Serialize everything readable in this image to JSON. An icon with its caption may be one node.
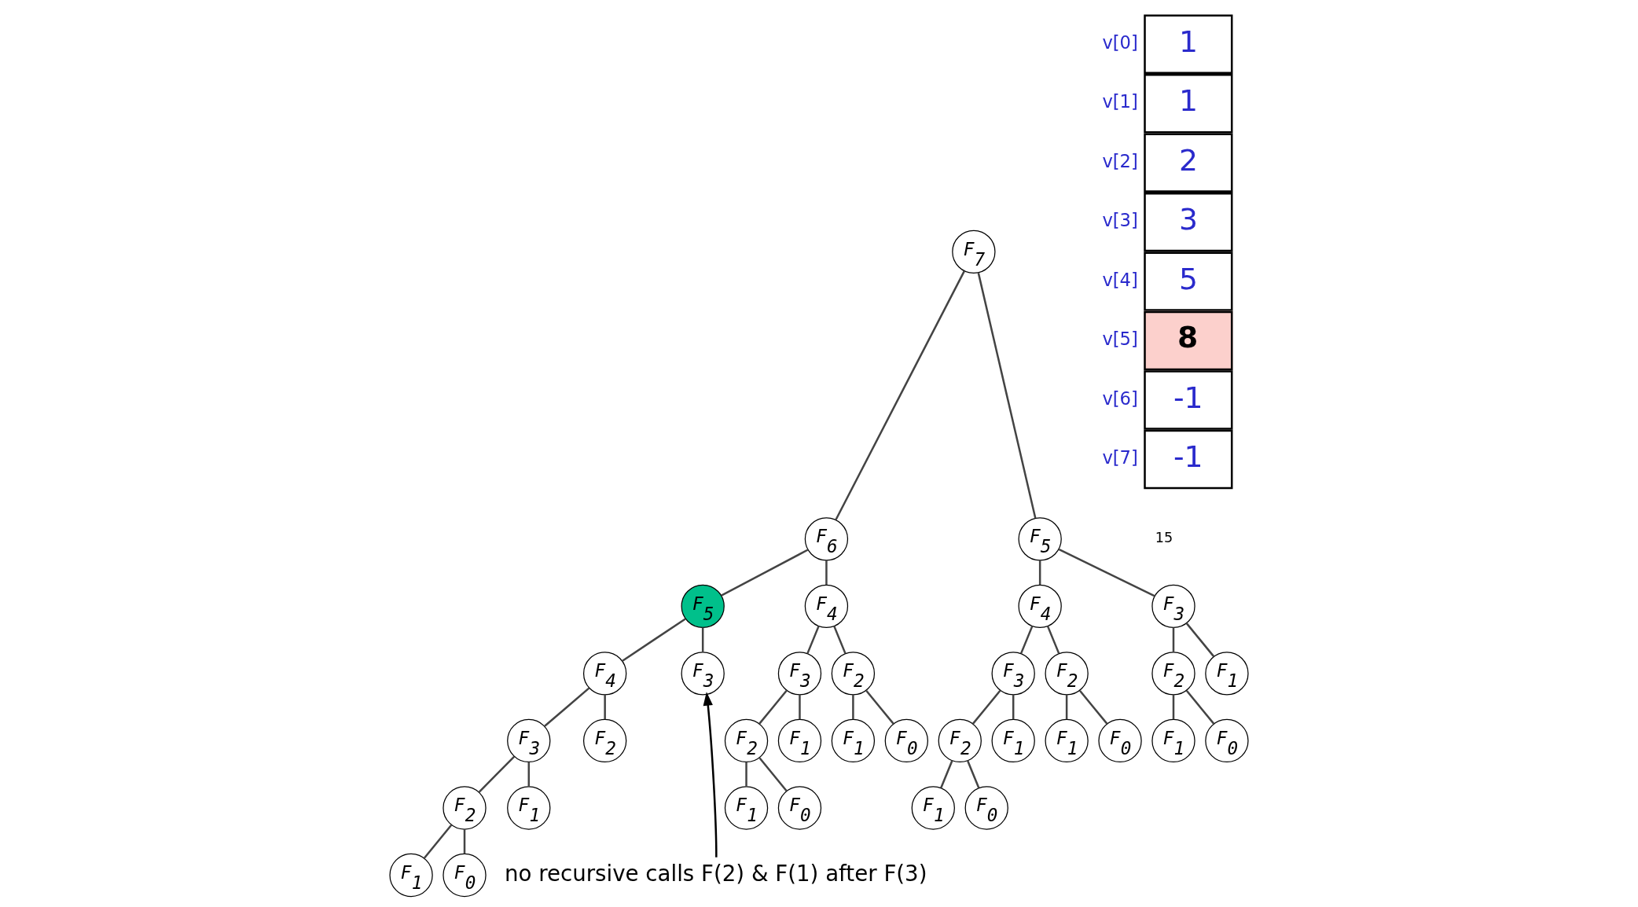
{
  "diagram": {
    "nodes": [
      {
        "text": [
          "F$_{7}$"
        ]
      },
      {
        "text": [
          "F$_{6}$"
        ]
      },
      {
        "text": [
          "F$_{5}$"
        ]
      },
      {
        "text": [
          "F$_{5}$"
        ]
      },
      {
        "text": [
          "F$_{4}$"
        ]
      },
      {
        "text": [
          "F$_{4}$"
        ]
      },
      {
        "text": [
          "F$_{3}$"
        ]
      },
      {
        "text": [
          "F$_{4}$"
        ]
      },
      {
        "text": [
          "F$_{3}$"
        ]
      },
      {
        "text": [
          "F$_{3}$"
        ]
      },
      {
        "text": [
          "F$_{2}$"
        ]
      },
      {
        "text": [
          "F$_{3}$"
        ]
      },
      {
        "text": [
          "F$_{2}$"
        ]
      },
      {
        "text": [
          "F$_{2}$"
        ]
      },
      {
        "text": [
          "F$_{1}$"
        ]
      },
      {
        "text": [
          "F$_{3}$"
        ]
      },
      {
        "text": [
          "F$_{2}$"
        ]
      },
      {
        "text": [
          "F$_{2}$"
        ]
      },
      {
        "text": [
          "F$_{1}$"
        ]
      },
      {
        "text": [
          "F$_{1}$"
        ]
      },
      {
        "text": [
          "F$_{0}$"
        ]
      },
      {
        "text": [
          "F$_{2}$"
        ]
      },
      {
        "text": [
          "F$_{1}$"
        ]
      },
      {
        "text": [
          "F$_{1}$"
        ]
      },
      {
        "text": [
          "F$_{0}$"
        ]
      },
      {
        "text": [
          "F$_{1}$"
        ]
      },
      {
        "text": [
          "F$_{0}$"
        ]
      },
      {
        "text": [
          "F$_{2}$"
        ]
      },
      {
        "text": [
          "F$_{1}$"
        ]
      },
      {
        "text": [
          "F$_{1}$"
        ]
      },
      {
        "text": [
          "F$_{0}$"
        ]
      },
      {
        "text": [
          "F$_{1}$"
        ]
      },
      {
        "text": [
          "F$_{0}$"
        ]
      },
      {
        "text": [
          "F$_{1}$"
        ]
      },
      {
        "text": [
          "F$_{0}$"
        ]
      },
      {
        "text": [
          "no recursive calls F(2) & F(1) after F(3)"
        ]
      }
    ],
    "edges": [
      {
        "from": 0,
        "to": 1,
        "arrow": "none"
      },
      {
        "from": 1,
        "to": 3,
        "arrow": "none"
      },
      {
        "from": 3,
        "to": 7,
        "arrow": "none"
      },
      {
        "from": 7,
        "to": 15,
        "arrow": "none"
      },
      {
        "from": 15,
        "to": 27,
        "arrow": "none"
      },
      {
        "from": 27,
        "to": 33,
        "arrow": "none"
      },
      {
        "from": 27,
        "to": 34,
        "arrow": "none"
      },
      {
        "from": 15,
        "to": 28,
        "arrow": "none"
      },
      {
        "from": 7,
        "to": 16,
        "arrow": "none"
      },
      {
        "from": 3,
        "to": 8,
        "arrow": "none"
      },
      {
        "from": 1,
        "to": 4,
        "arrow": "none"
      },
      {
        "from": 4,
        "to": 9,
        "arrow": "none"
      },
      {
        "from": 9,
        "to": 17,
        "arrow": "none"
      },
      {
        "from": 17,
        "to": 29,
        "arrow": "none"
      },
      {
        "from": 17,
        "to": 30,
        "arrow": "none"
      },
      {
        "from": 9,
        "to": 18,
        "arrow": "none"
      },
      {
        "from": 4,
        "to": 10,
        "arrow": "none"
      },
      {
        "from": 10,
        "to": 19,
        "arrow": "none"
      },
      {
        "from": 10,
        "to": 20,
        "arrow": "none"
      },
      {
        "from": 0,
        "to": 2,
        "arrow": "none"
      },
      {
        "from": 2,
        "to": 5,
        "arrow": "none"
      },
      {
        "from": 5,
        "to": 11,
        "arrow": "none"
      },
      {
        "from": 11,
        "to": 21,
        "arrow": "none"
      },
      {
        "from": 21,
        "to": 31,
        "arrow": "none"
      },
      {
        "from": 21,
        "to": 32,
        "arrow": "none"
      },
      {
        "from": 11,
        "to": 22,
        "arrow": "none"
      },
      {
        "from": 5,
        "to": 12,
        "arrow": "none"
      },
      {
        "from": 12,
        "to": 23,
        "arrow": "none"
      },
      {
        "from": 12,
        "to": 24,
        "arrow": "none"
      },
      {
        "from": 2,
        "to": 6,
        "arrow": "none"
      },
      {
        "from": 6,
        "to": 13,
        "arrow": "none"
      },
      {
        "from": 13,
        "to": 25,
        "arrow": "none"
      },
      {
        "from": 13,
        "to": 26,
        "arrow": "none"
      },
      {
        "from": 6,
        "to": 14,
        "arrow": "none"
      },
      {
        "from": 35,
        "to": 8,
        "arrow": "to"
      }
    ],
    "labels": [
      "v[0]",
      "1",
      "v[1]",
      "1",
      "v[2]",
      "2",
      "v[3]",
      "3",
      "v[4]",
      "5",
      "v[5]",
      "8",
      "v[6]",
      "-1",
      "v[7]",
      "-1",
      "15"
    ]
  }
}
